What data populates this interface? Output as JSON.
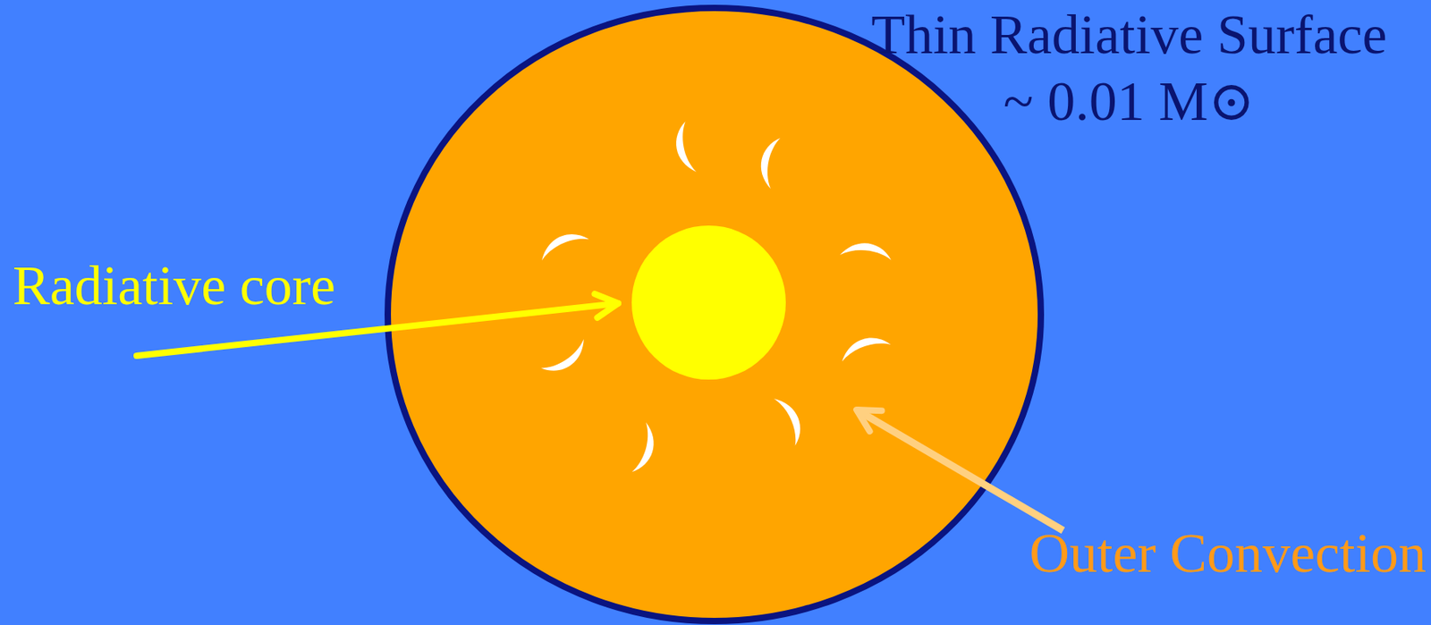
{
  "diagram": {
    "labels": [
      "Thin Radiative Surface ~ 0.01 M⊙",
      "Radiative core",
      "Outer Convection"
    ]
  }
}
